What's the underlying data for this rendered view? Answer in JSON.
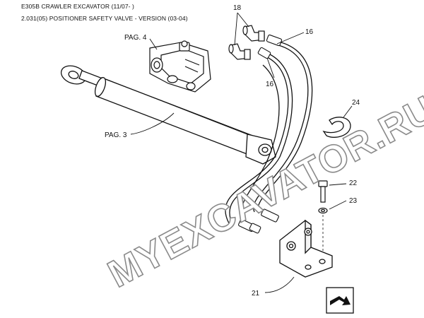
{
  "header": {
    "line1": "E305B CRAWLER EXCAVATOR (11/07- )",
    "line2": "2.031(05) POSITIONER SAFETY VALVE - VERSION (03-04)"
  },
  "callouts": {
    "pag4": "PAG. 4",
    "pag3": "PAG. 3",
    "c18": "18",
    "c16a": "16",
    "c16b": "16",
    "c24": "24",
    "c22": "22",
    "c23": "23",
    "c21": "21"
  },
  "watermark": "MYEXCAVATOR.RU",
  "icons": {
    "nav": "next-page-arrow-icon"
  }
}
